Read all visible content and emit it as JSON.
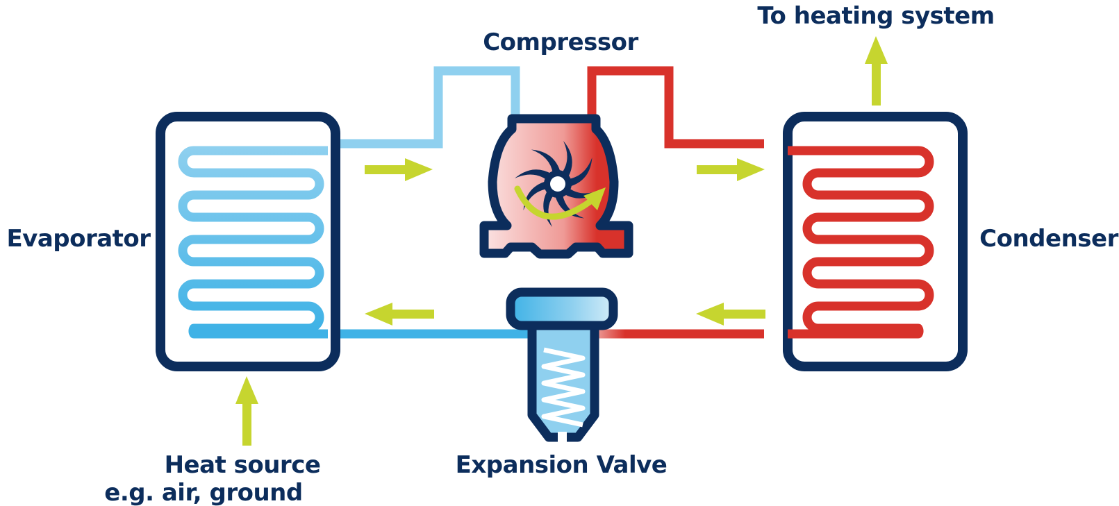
{
  "labels": {
    "compressor": "Compressor",
    "to_heating": "To heating system",
    "evaporator": "Evaporator",
    "condenser": "Condenser",
    "expansion_valve": "Expansion Valve",
    "heat_source_line1": "Heat source",
    "heat_source_line2": "e.g. air, ground"
  },
  "colors": {
    "navy": "#0c2d5c",
    "cold_light": "#8fd0ef",
    "cold": "#3fb2e6",
    "hot": "#d8322b",
    "arrow": "#c6d52f"
  }
}
